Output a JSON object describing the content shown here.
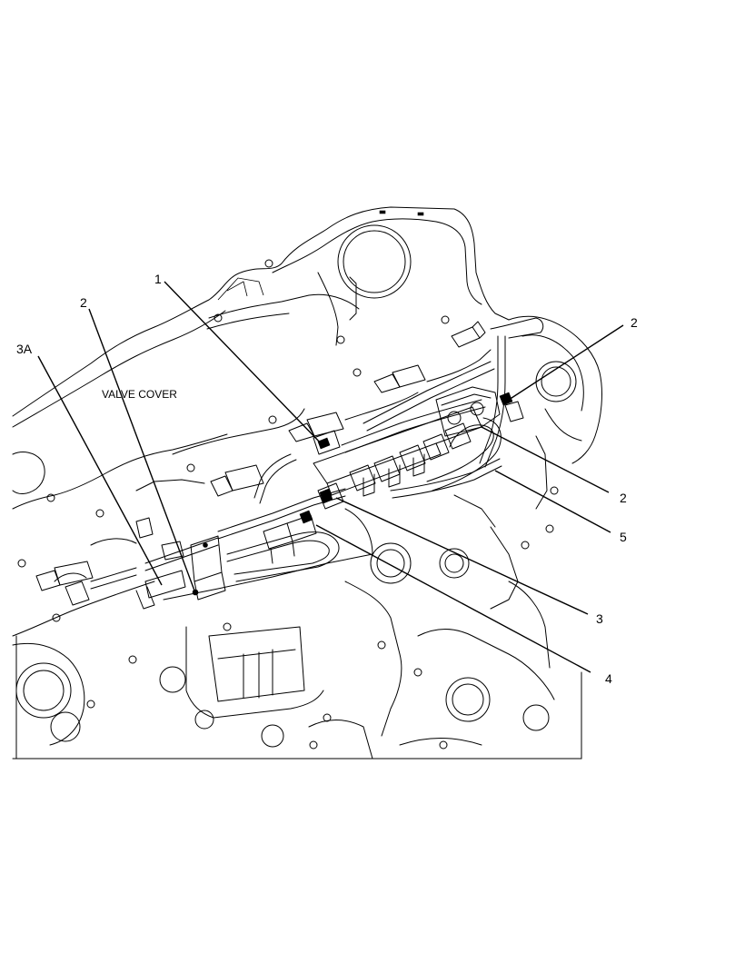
{
  "callouts": {
    "c1": "1",
    "c2_left": "2",
    "c3a": "3A",
    "c2_upper_right": "2",
    "c2_lower_right": "2",
    "c5": "5",
    "c3": "3",
    "c4": "4"
  },
  "labels": {
    "valve_cover": "VALVE COVER"
  }
}
